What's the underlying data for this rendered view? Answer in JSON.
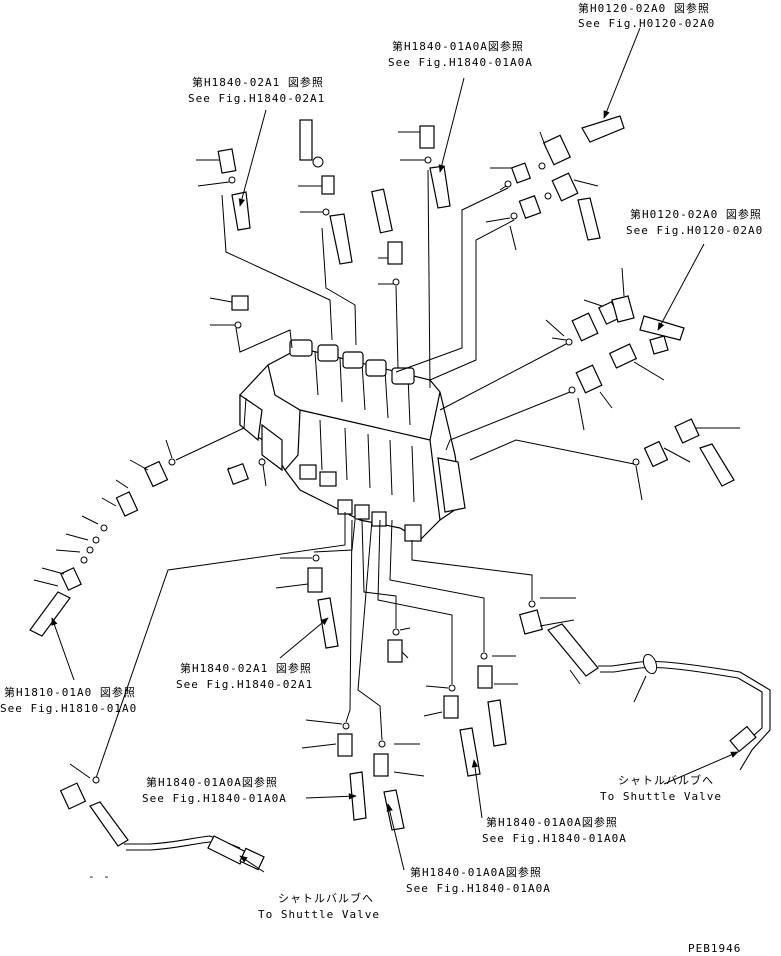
{
  "labels": {
    "h0120_top_jp": "第H0120-02A0 図参照",
    "h0120_top_en": "See Fig.H0120-02A0",
    "h1840_01a0a_top_jp": "第H1840-01A0A図参照",
    "h1840_01a0a_top_en": "See Fig.H1840-01A0A",
    "h1840_02a1_top_jp": "第H1840-02A1 図参照",
    "h1840_02a1_top_en": "See Fig.H1840-02A1",
    "h0120_right_jp": "第H0120-02A0 図参照",
    "h0120_right_en": "See Fig.H0120-02A0",
    "h1810_jp": "第H1810-01A0 図参照",
    "h1810_en": "See Fig.H1810-01A0",
    "h1840_02a1_mid_jp": "第H1840-02A1 図参照",
    "h1840_02a1_mid_en": "See Fig.H1840-02A1",
    "h1840_01a0a_left_jp": "第H1840-01A0A図参照",
    "h1840_01a0a_left_en": "See Fig.H1840-01A0A",
    "h1840_01a0a_right_jp": "第H1840-01A0A図参照",
    "h1840_01a0a_right_en": "See Fig.H1840-01A0A",
    "h1840_01a0a_bottom_jp": "第H1840-01A0A図参照",
    "h1840_01a0a_bottom_en": "See Fig.H1840-01A0A",
    "shuttle_right_jp": "シャトルバルブへ",
    "shuttle_right_en": "To Shuttle Valve",
    "shuttle_bottom_jp": "シャトルバルブへ",
    "shuttle_bottom_en": "To Shuttle Valve",
    "dash_mark": "- -",
    "drawing_code": "PEB1946"
  }
}
